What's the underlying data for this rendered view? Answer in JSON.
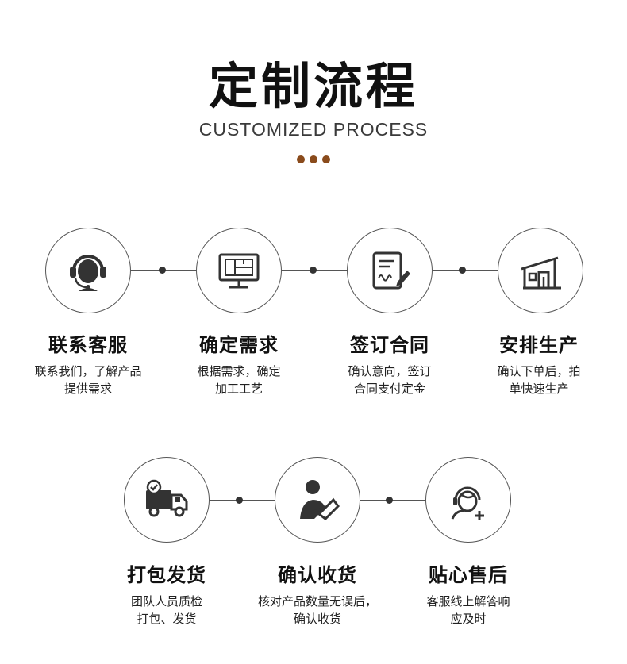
{
  "header": {
    "title": "定制流程",
    "subtitle": "CUSTOMIZED PROCESS",
    "dot_colors": [
      "#8a4b1c",
      "#8a4b1c",
      "#8a4b1c"
    ]
  },
  "steps": [
    {
      "title": "联系客服",
      "desc_line1": "联系我们，了解产品",
      "desc_line2": "提供需求",
      "icon": "headset-agent-icon"
    },
    {
      "title": "确定需求",
      "desc_line1": "根据需求，确定",
      "desc_line2": "加工工艺",
      "icon": "blueprint-monitor-icon"
    },
    {
      "title": "签订合同",
      "desc_line1": "确认意向，签订",
      "desc_line2": "合同支付定金",
      "icon": "contract-sign-icon"
    },
    {
      "title": "安排生产",
      "desc_line1": "确认下单后，拍",
      "desc_line2": "单快速生产",
      "icon": "factory-icon"
    },
    {
      "title": "打包发货",
      "desc_line1": "团队人员质检",
      "desc_line2": "打包、发货",
      "icon": "delivery-truck-icon"
    },
    {
      "title": "确认收货",
      "desc_line1": "核对产品数量无误后，",
      "desc_line2": "确认收货",
      "icon": "person-checking-icon"
    },
    {
      "title": "贴心售后",
      "desc_line1": "客服线上解答响",
      "desc_line2": "应及时",
      "icon": "support-plus-icon"
    }
  ],
  "colors": {
    "accent": "#8a4b1c",
    "icon_stroke": "#333333",
    "circle_border": "#555555"
  }
}
